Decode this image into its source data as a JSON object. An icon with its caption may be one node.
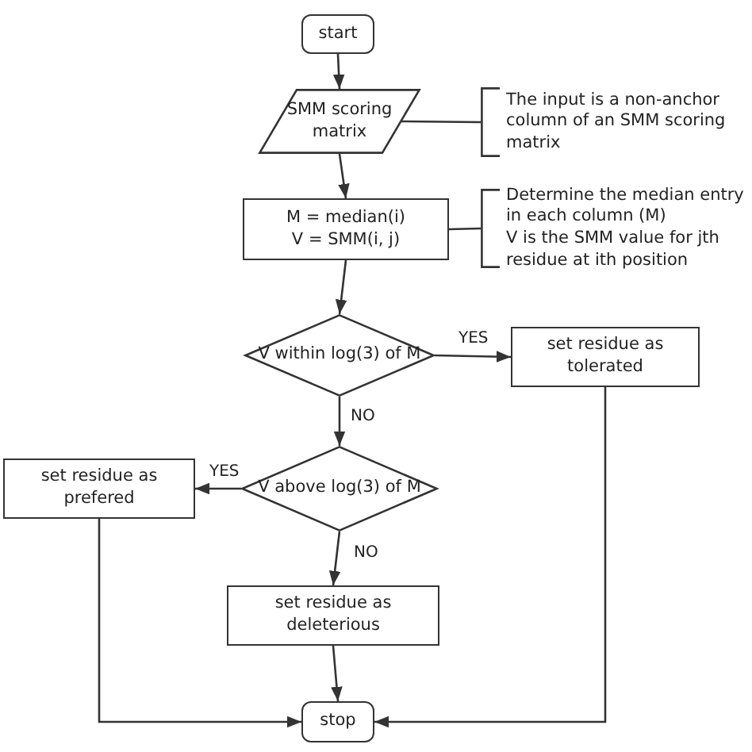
{
  "diagram": {
    "nodes": [
      {
        "text": [
          "start"
        ]
      },
      {
        "text": [
          "SMM scoring matrix"
        ]
      },
      {
        "text": [
          "The input is a non-anchor column of an SMM scoring matrix"
        ]
      },
      {
        "text": [
          "M = median(i)",
          "V = SMM(i, j)"
        ]
      },
      {
        "text": [
          "Determine the median entry in each column (M)",
          "V is the SMM value for jth residue at ith position"
        ]
      },
      {
        "text": [
          "V within log(3) of M"
        ]
      },
      {
        "text": [
          "set residue as tolerated"
        ]
      },
      {
        "text": [
          "V above log(3) of M"
        ]
      },
      {
        "text": [
          "set residue as prefered"
        ]
      },
      {
        "text": [
          "set residue as deleterious"
        ]
      },
      {
        "text": [
          "stop"
        ]
      }
    ],
    "edges": [
      {
        "from": 0,
        "to": 1,
        "arrow": "to"
      },
      {
        "from": 1,
        "to": 2,
        "arrow": "none"
      },
      {
        "from": 1,
        "to": 3,
        "arrow": "to"
      },
      {
        "from": 3,
        "to": 4,
        "arrow": "none"
      },
      {
        "from": 3,
        "to": 5,
        "arrow": "to"
      },
      {
        "from": 5,
        "to": 6,
        "arrow": "to",
        "label": "YES"
      },
      {
        "from": 5,
        "to": 7,
        "arrow": "to",
        "label": "NO"
      },
      {
        "from": 7,
        "to": 8,
        "arrow": "to",
        "label": "YES"
      },
      {
        "from": 7,
        "to": 9,
        "arrow": "to",
        "label": "NO"
      },
      {
        "from": 9,
        "to": 10,
        "arrow": "to"
      },
      {
        "from": 8,
        "to": 10,
        "arrow": "to"
      },
      {
        "from": 6,
        "to": 10,
        "arrow": "to"
      }
    ]
  }
}
